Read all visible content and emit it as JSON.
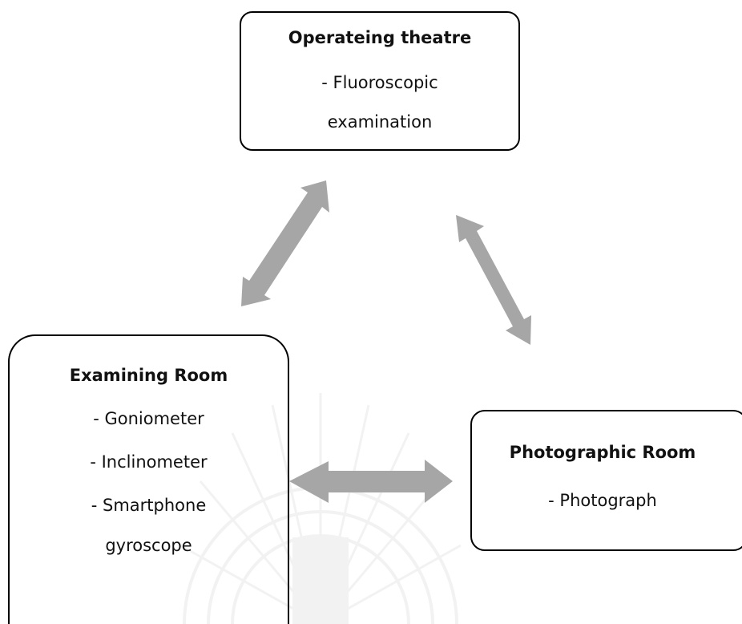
{
  "boxes": {
    "theatre": {
      "title": "Operateing theatre",
      "items": [
        "- Fluoroscopic",
        "examination"
      ]
    },
    "examining_room": {
      "title": "Examining Room",
      "items": [
        "- Goniometer",
        "- Inclinometer",
        "- Smartphone",
        "gyroscope"
      ]
    },
    "photographic_room": {
      "title": "Photographic Room",
      "items": [
        "- Photograph"
      ]
    }
  },
  "colors": {
    "arrow": "#a6a6a6",
    "border": "#000000",
    "watermark": "#8c8c8c"
  }
}
